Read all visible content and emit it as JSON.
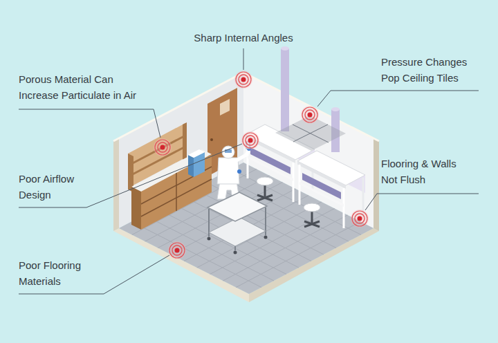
{
  "diagram": {
    "labels": [
      "Sharp Internal Angles",
      "Porous Material Can Increase Particulate in Air",
      "Pressure Changes Pop Ceiling Tiles",
      "Poor Airflow Design",
      "Flooring & Walls Not Flush",
      "Poor Flooring Materials"
    ]
  }
}
